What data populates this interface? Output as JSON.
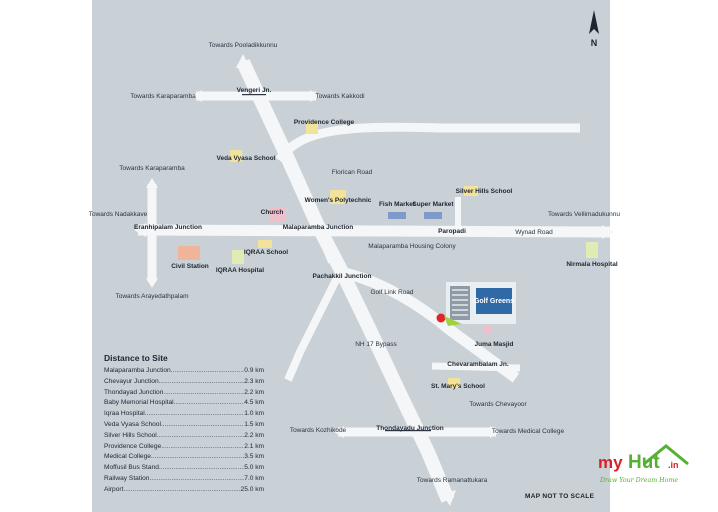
{
  "compass": {
    "north": "N"
  },
  "places": {
    "towards_pooladikkunnu": "Towards Pooladikkunnu",
    "towards_karaparamba_top": "Towards Karaparamba",
    "towards_kakkodi": "Towards Kakkodi",
    "vengeri_jn": "Vengeri Jn.",
    "providence_college": "Providence College",
    "veda_vyasa_school": "Veda Vyasa School",
    "florican_road": "Florican Road",
    "womens_polytechnic": "Women's Polytechnic",
    "fish_market": "Fish Market",
    "super_market": "Super Market",
    "silver_hills_school": "Silver Hills School",
    "towards_karaparamba_left": "Towards Karaparamba",
    "towards_nadakkave": "Towards Nadakkave",
    "eranhipalam_junction": "Eranhipalam Junction",
    "church": "Church",
    "malaparamba_junction": "Malaparamba Junction",
    "paropadi": "Paropadi",
    "wynad_road": "Wynad Road",
    "towards_vellimadukunnu": "Towards Vellimadukunnu",
    "malaparamba_housing_colony": "Malaparamba Housing Colony",
    "civil_station": "Civil Station",
    "iqraa_school": "IQRAA School",
    "iqraa_hospital": "IQRAA Hospital",
    "nirmala_hospital": "Nirmala Hospital",
    "towards_arayedathpalam": "Towards Arayedathpalam",
    "pachakkil_junction": "Pachakkil Junction",
    "golf_link_road": "Golf Link Road",
    "golf_greens": "Golf Greens",
    "juma_masjid": "Juma Masjid",
    "nh17_bypass": "NH 17 Bypass",
    "chevarambalam_jn": "Chevarambalam Jn.",
    "st_marys_school": "St. Mary's School",
    "towards_chevayoor": "Towards Chevayoor",
    "towards_kozhikode": "Towards Kozhikode",
    "thondayadu_junction": "Thondayadu Junction",
    "towards_medical_college": "Towards Medical College",
    "towards_ramanattukara": "Towards Ramanattukara"
  },
  "distance": {
    "title": "Distance to Site",
    "rows": [
      {
        "name": "Malaparamba Junction",
        "km": "0.9 km"
      },
      {
        "name": "Chevayur Junction",
        "km": "2.3 km"
      },
      {
        "name": "Thondayad Junction",
        "km": "2.2 km"
      },
      {
        "name": "Baby Memorial Hospital",
        "km": "4.5 km"
      },
      {
        "name": "Iqraa Hospital",
        "km": "1.0 km"
      },
      {
        "name": "Veda Vyasa School",
        "km": "1.5 km"
      },
      {
        "name": "Silver Hills School",
        "km": "2.2 km"
      },
      {
        "name": "Providence College",
        "km": "2.1 km"
      },
      {
        "name": "Medical College",
        "km": "3.5 km"
      },
      {
        "name": "Moffusil Bus Stand",
        "km": "5.0 km"
      },
      {
        "name": "Railway Station",
        "km": "7.0 km"
      },
      {
        "name": "Airport",
        "km": "25.0 km"
      }
    ]
  },
  "map_note": "MAP NOT TO SCALE",
  "logo": {
    "my": "my",
    "hut": "Hut",
    "tld": ".in",
    "tagline": "Draw Your Dream Home"
  },
  "colors": {
    "map_bg": "#c9d1d7",
    "road": "#f4f6f7",
    "building_yellow": "#f3e39a",
    "market_blue": "#7f9ac9",
    "church_pink": "#f1bfcb",
    "civil_orange": "#f0b49b",
    "hospital_green": "#e0ecb4",
    "site_red": "#e0252a",
    "logo_red": "#d5232a",
    "logo_green": "#55b033"
  }
}
